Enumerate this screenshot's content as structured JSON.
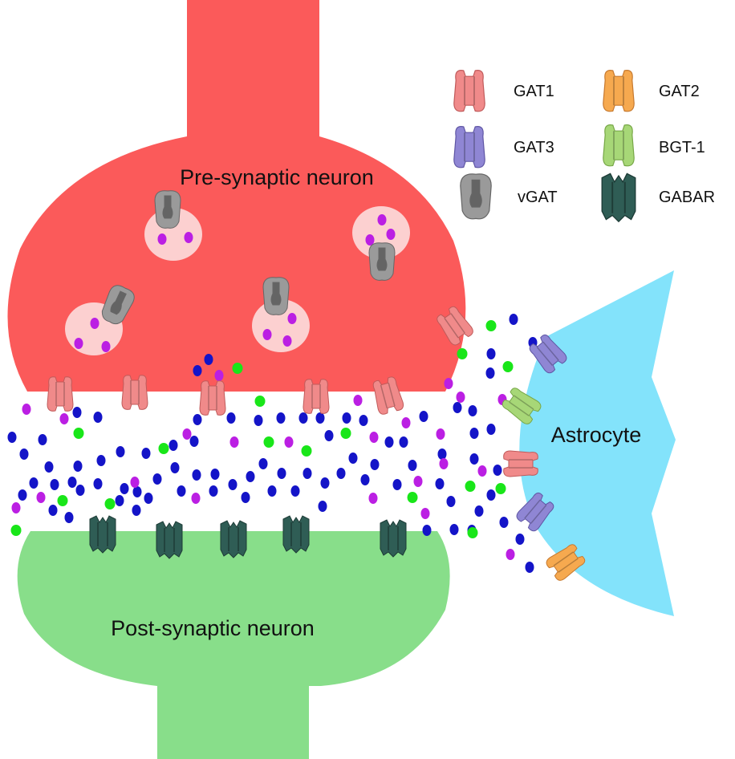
{
  "labels": {
    "pre": "Pre-synaptic neuron",
    "post": "Post-synaptic neuron",
    "astro": "Astrocyte"
  },
  "legend": [
    {
      "key": "gat1",
      "label": "GAT1",
      "icon": "gat1-transporter-icon",
      "color": "#f08a8a"
    },
    {
      "key": "gat2",
      "label": "GAT2",
      "icon": "gat2-transporter-icon",
      "color": "#f6a94f"
    },
    {
      "key": "gat3",
      "label": "GAT3",
      "icon": "gat3-transporter-icon",
      "color": "#8f86d4"
    },
    {
      "key": "bgt1",
      "label": "BGT-1",
      "icon": "bgt1-transporter-icon",
      "color": "#a7d777"
    },
    {
      "key": "vgat",
      "label": "vGAT",
      "icon": "vgat-transporter-icon",
      "color": "#9a9a9a"
    },
    {
      "key": "gabar",
      "label": "GABAR",
      "icon": "gabar-receptor-icon",
      "color": "#2f5d55"
    }
  ],
  "colors": {
    "pre_neuron": "#fb5a5a",
    "post_neuron": "#88de8a",
    "astrocyte": "#83e3fb",
    "vesicle": "#fcd0d0",
    "dot_blue": "#1414c8",
    "dot_purple": "#bb1fe3",
    "dot_green": "#19e619"
  }
}
